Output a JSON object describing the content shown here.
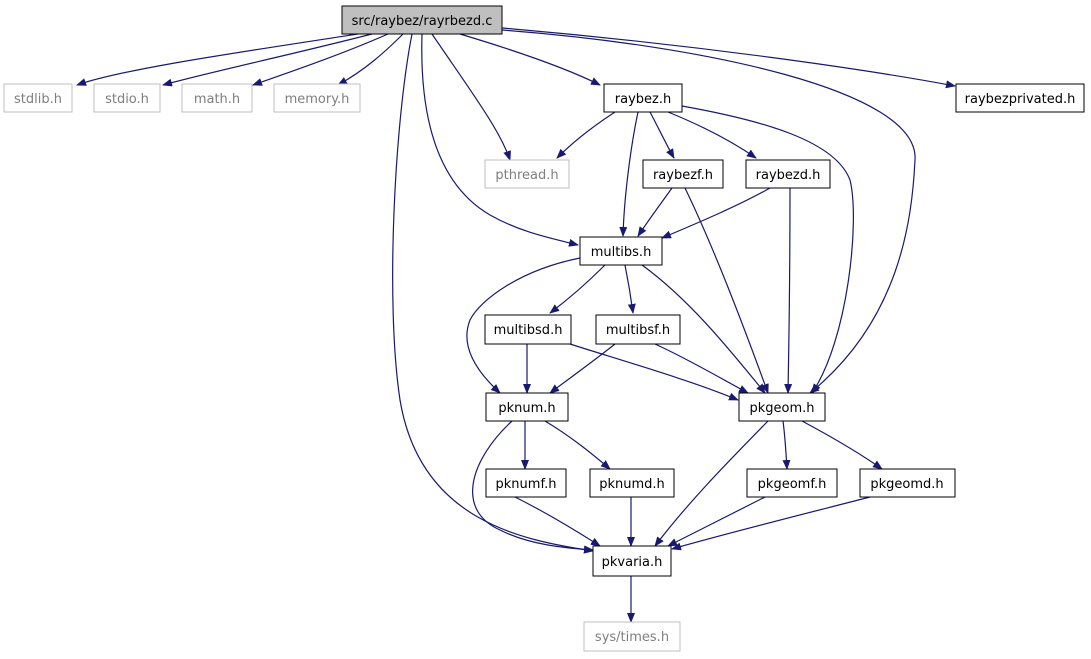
{
  "colors": {
    "edge": "#191970",
    "node_border": "#000000",
    "external_border": "#bfbfbf",
    "external_text": "#7f7f7f",
    "root_fill": "#bfbfbf",
    "text": "#000000"
  },
  "nodes": {
    "root": "src/raybez/rayrbezd.c",
    "stdlib": "stdlib.h",
    "stdio": "stdio.h",
    "math": "math.h",
    "memory": "memory.h",
    "raybez": "raybez.h",
    "raybezprivated": "raybezprivated.h",
    "pthread": "pthread.h",
    "raybezf": "raybezf.h",
    "raybezd": "raybezd.h",
    "multibs": "multibs.h",
    "multibsd": "multibsd.h",
    "multibsf": "multibsf.h",
    "pknum": "pknum.h",
    "pkgeom": "pkgeom.h",
    "pknumf": "pknumf.h",
    "pknumd": "pknumd.h",
    "pkgeomf": "pkgeomf.h",
    "pkgeomd": "pkgeomd.h",
    "pkvaria": "pkvaria.h",
    "systimes": "sys/times.h"
  }
}
